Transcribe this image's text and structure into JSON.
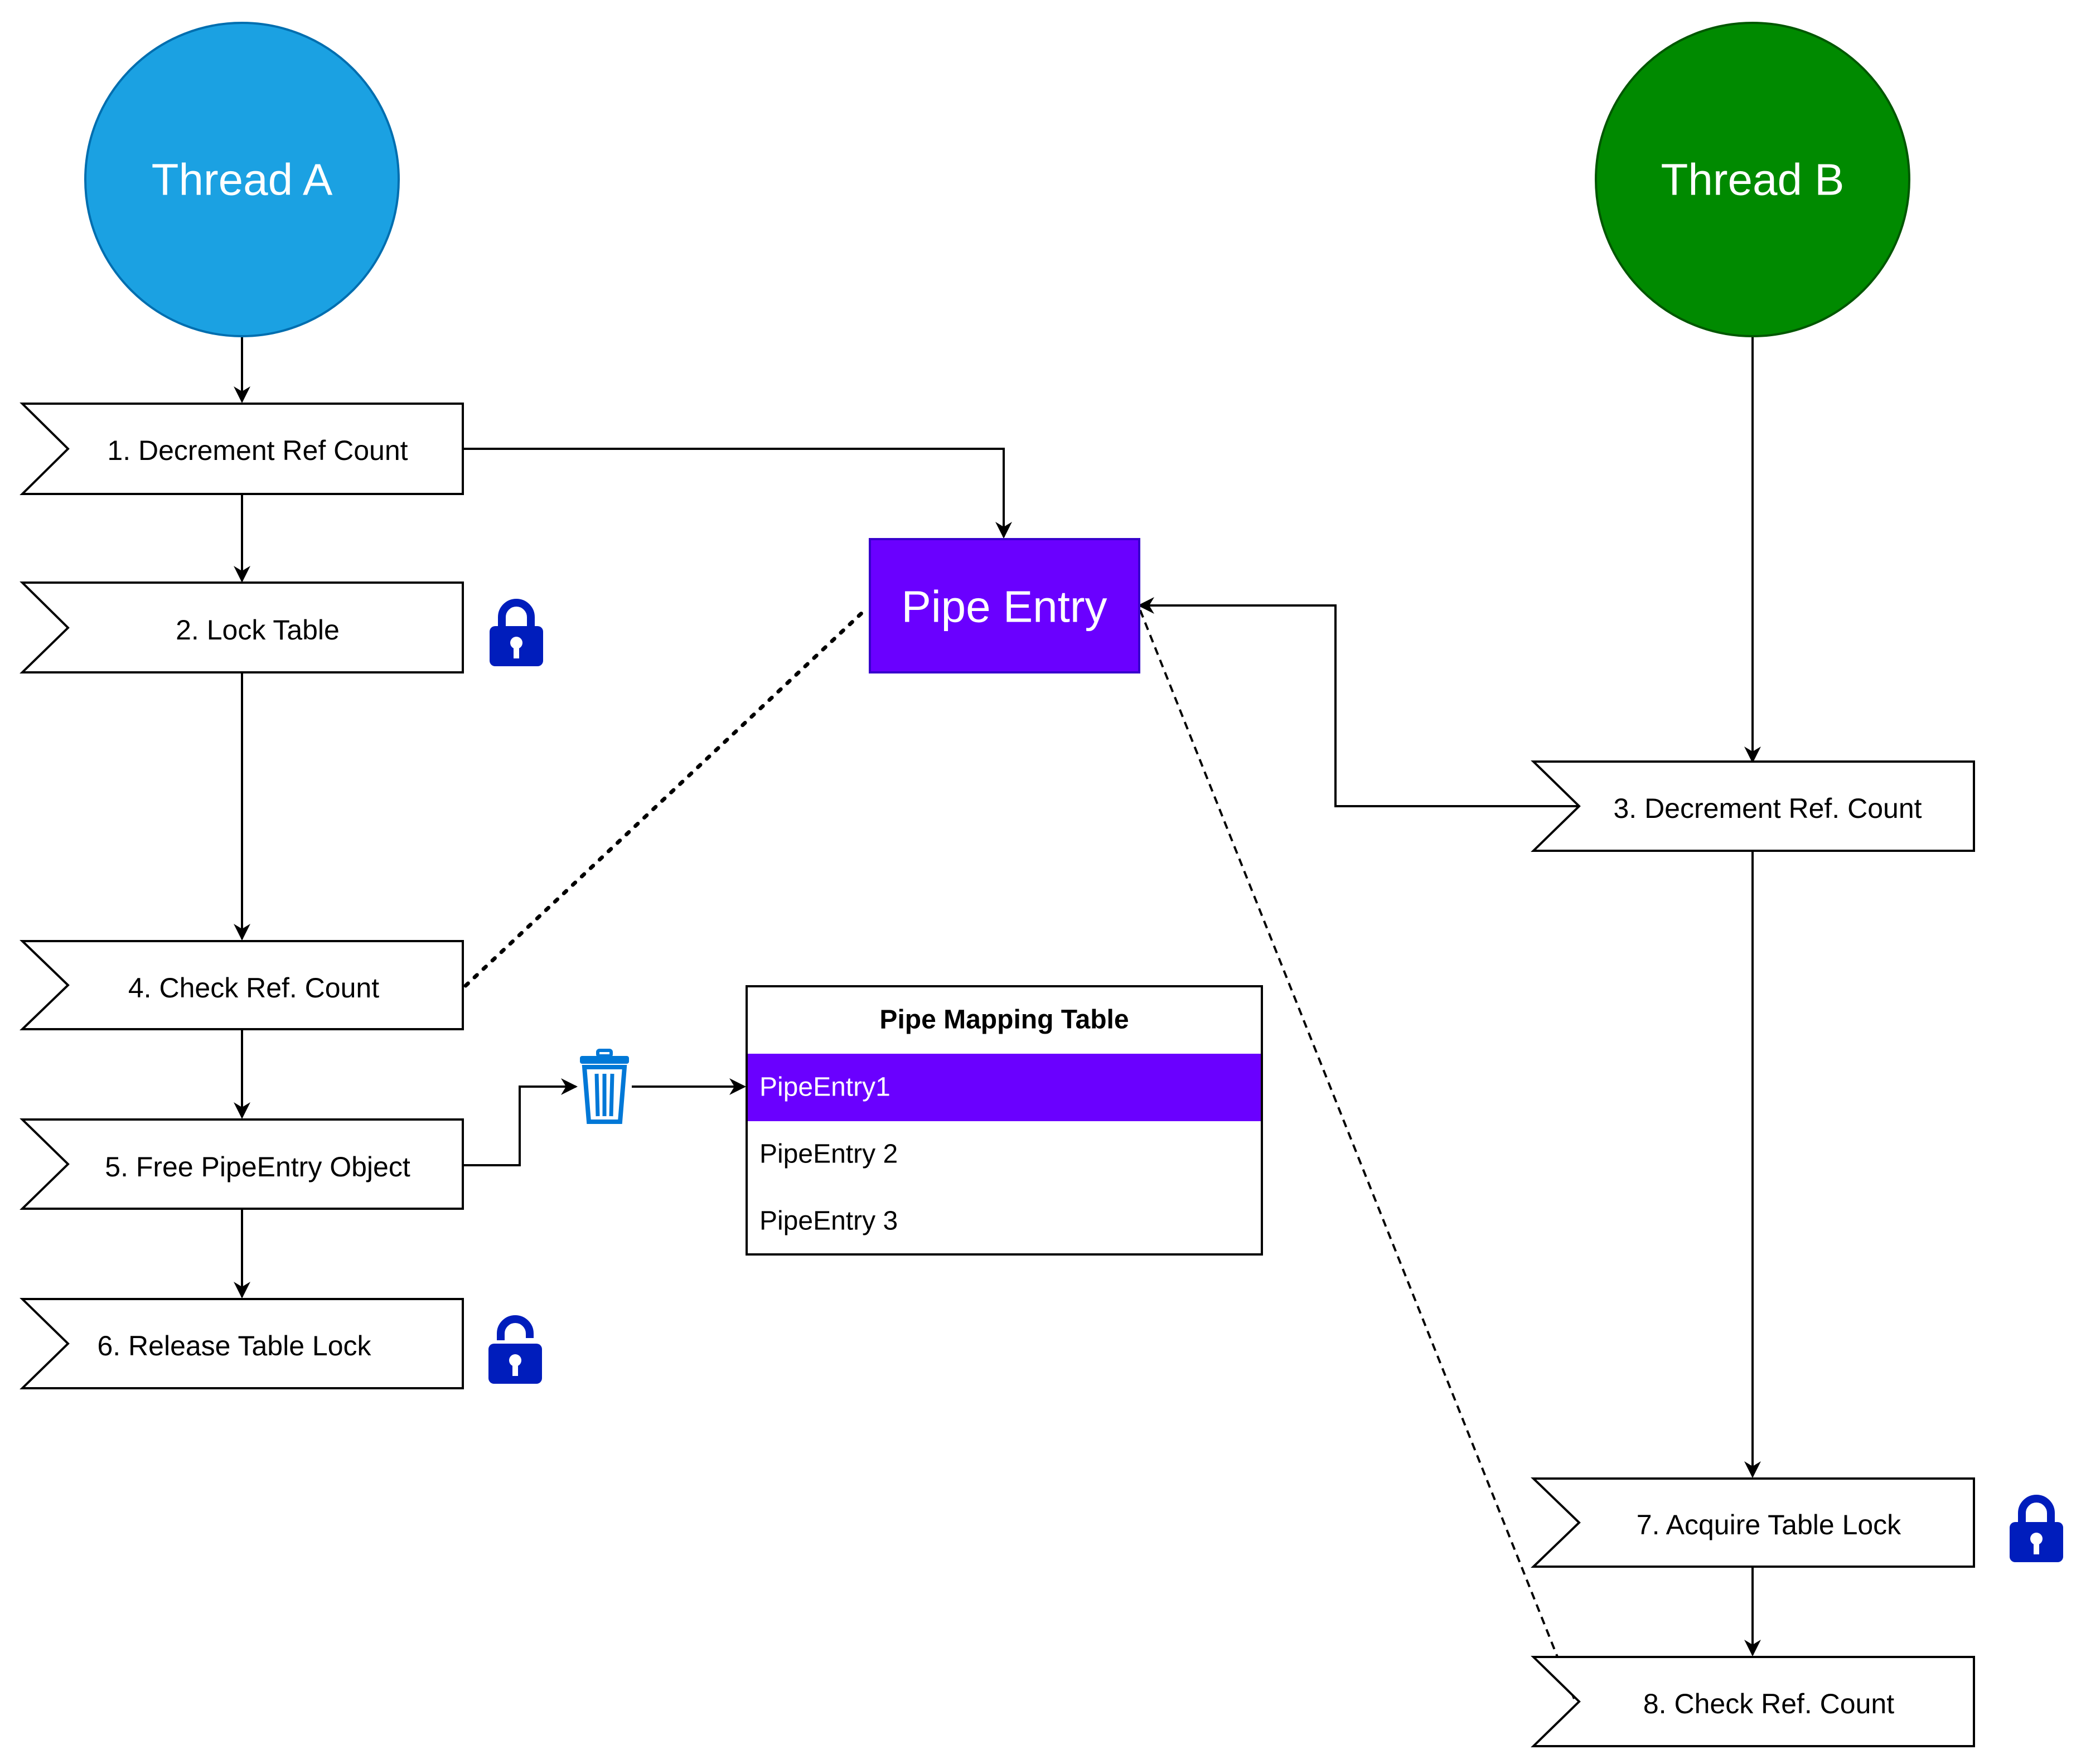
{
  "threads": {
    "a": {
      "label": "Thread A",
      "color": "#1BA1E2",
      "stroke": "#006EAF"
    },
    "b": {
      "label": "Thread B",
      "color": "#008A00",
      "stroke": "#005700"
    }
  },
  "steps": {
    "s1": "1. Decrement Ref Count",
    "s2": "2. Lock Table",
    "s3": "3. Decrement Ref. Count",
    "s4": "4. Check Ref. Count",
    "s5": "5. Free PipeEntry Object",
    "s6": "6. Release Table Lock",
    "s7": "7. Acquire Table Lock",
    "s8": "8. Check Ref. Count"
  },
  "pipe_entry": {
    "label": "Pipe Entry",
    "color": "#6A00FF"
  },
  "table": {
    "title": "Pipe Mapping Table",
    "rows": [
      "PipeEntry1",
      "PipeEntry 2",
      "PipeEntry 3"
    ],
    "highlight_color": "#6A00FF"
  },
  "icons": {
    "lock": "padlock-closed-icon",
    "unlock": "padlock-open-icon",
    "trash": "trash-can-icon",
    "lock_color": "#001DBC",
    "trash_color": "#0078D7"
  }
}
